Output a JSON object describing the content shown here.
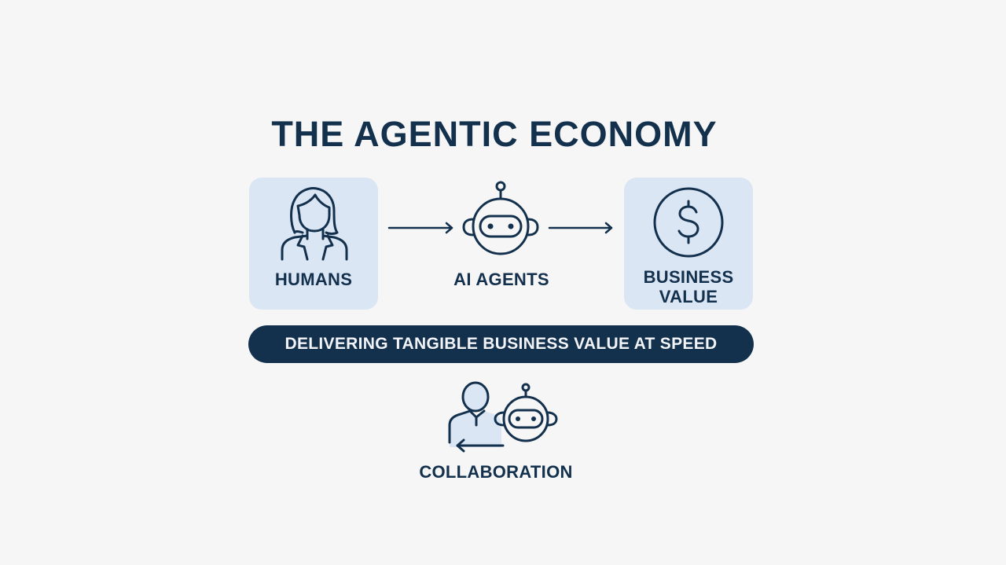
{
  "title": "THE AGENTIC ECONOMY",
  "flow": {
    "nodes": [
      {
        "label": "HUMANS",
        "icon": "woman-person-icon"
      },
      {
        "label": "AI AGENTS",
        "icon": "robot-icon"
      },
      {
        "label_line1": "BUSINESS",
        "label_line2": "VALUE",
        "icon": "dollar-circle-icon"
      }
    ],
    "edges": [
      {
        "from": "HUMANS",
        "to": "AI AGENTS",
        "icon": "arrow-right-icon"
      },
      {
        "from": "AI AGENTS",
        "to": "BUSINESS VALUE",
        "icon": "arrow-right-icon"
      }
    ]
  },
  "banner": "DELIVERING TANGIBLE BUSINESS VALUE AT SPEED",
  "collaboration": {
    "label": "COLLABORATION",
    "icon": "person-robot-collaboration-icon"
  },
  "colors": {
    "primary": "#13304d",
    "card_fill": "#dbe6f4",
    "background": "#f6f6f6",
    "banner_text": "#f1f3f6"
  }
}
